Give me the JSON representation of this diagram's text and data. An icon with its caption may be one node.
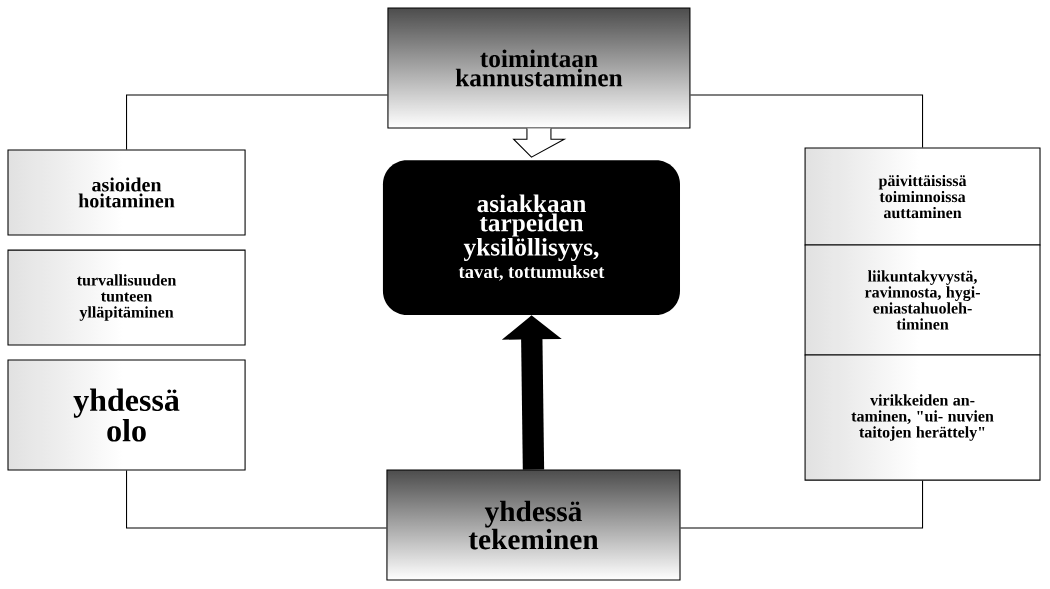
{
  "diagram": {
    "nodes": [
      {
        "text": [
          "toimintaan kannustaminen"
        ]
      },
      {
        "text": [
          "asiakkaan tarpeiden yksilöllisyys,",
          "tavat, tottumukset"
        ]
      },
      {
        "text": [
          "yhdessä tekeminen"
        ]
      },
      {
        "text": [
          "asioiden hoitaminen"
        ]
      },
      {
        "text": [
          "turvallisuuden tunteen ylläpitäminen"
        ]
      },
      {
        "text": [
          "yhdessä olo"
        ]
      },
      {
        "text": [
          "päivittäisissä toiminnoissa auttaminen"
        ]
      },
      {
        "text": [
          "liikuntakyvystä, ravinnosta, hygi- eniastahuoleh- timinen"
        ]
      },
      {
        "text": [
          "virikkeiden an- taminen, \"ui- nuvien taitojen herättely\""
        ]
      }
    ],
    "edges": [
      {
        "from": 0,
        "to": 1,
        "arrow": "to"
      },
      {
        "from": 2,
        "to": 1,
        "arrow": "to",
        "style": "thick"
      },
      {
        "from": 0,
        "to": 3,
        "arrow": "none"
      },
      {
        "from": 0,
        "to": 6,
        "arrow": "none"
      },
      {
        "from": 5,
        "to": 2,
        "arrow": "none"
      },
      {
        "from": 8,
        "to": 2,
        "arrow": "none"
      }
    ]
  }
}
